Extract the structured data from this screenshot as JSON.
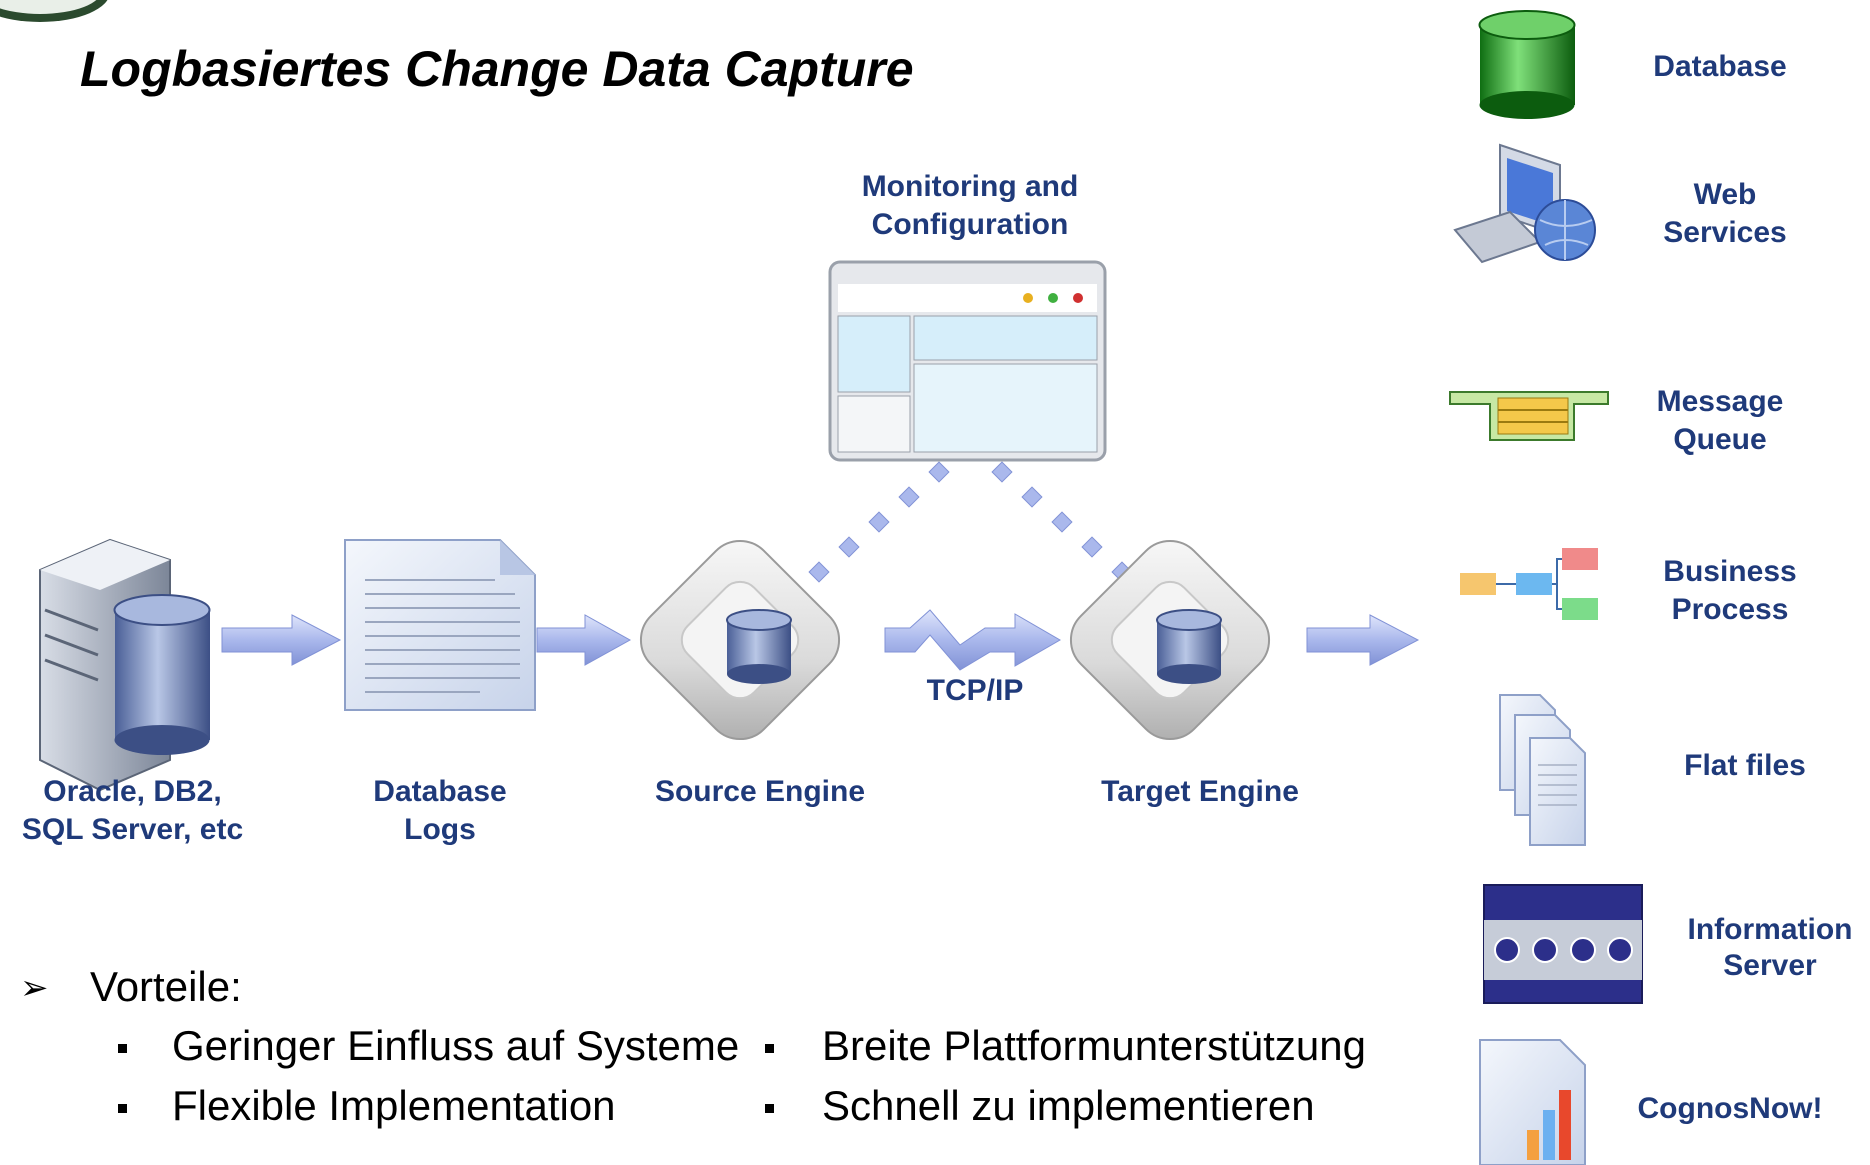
{
  "title": "Logbasiertes Change Data Capture",
  "diagram": {
    "monitoring_label": [
      "Monitoring and",
      "Configuration"
    ],
    "sources_label": [
      "Oracle, DB2,",
      "SQL Server, etc"
    ],
    "logs_label": [
      "Database",
      "Logs"
    ],
    "source_engine_label": "Source Engine",
    "target_engine_label": "Target Engine",
    "protocol_label": "TCP/IP"
  },
  "targets": [
    {
      "icon": "database-icon",
      "label": [
        "Database"
      ]
    },
    {
      "icon": "web-services-icon",
      "label": [
        "Web",
        "Services"
      ]
    },
    {
      "icon": "message-queue-icon",
      "label": [
        "Message",
        "Queue"
      ]
    },
    {
      "icon": "business-process-icon",
      "label": [
        "Business",
        "Process"
      ]
    },
    {
      "icon": "flat-files-icon",
      "label": [
        "Flat files"
      ]
    },
    {
      "icon": "information-server-icon",
      "label": [
        "Information",
        "Server"
      ]
    },
    {
      "icon": "cognosnow-icon",
      "label": [
        "CognosNow!"
      ]
    }
  ],
  "advantages": {
    "heading": "Vorteile:",
    "items": [
      "Geringer Einfluss auf Systeme",
      "Breite Plattformunterstützung",
      "Flexible Implementation",
      "Schnell zu implementieren"
    ]
  },
  "colors": {
    "label_blue": "#1f3a7a",
    "arrow_fill": "#aab8ec",
    "db_green": "#2eaa2e"
  }
}
